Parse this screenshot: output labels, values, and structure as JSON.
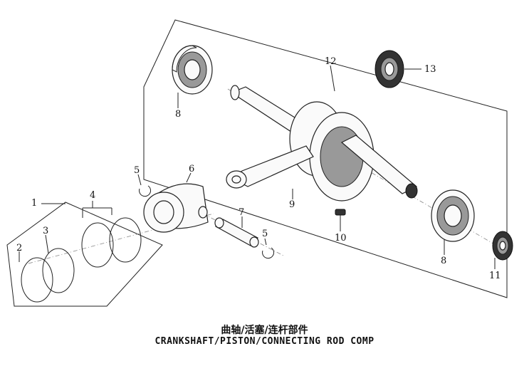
{
  "title": {
    "chinese": "曲轴/活塞/连杆部件",
    "english": "CRANKSHAFT/PISTON/CONNECTING ROD COMP"
  },
  "callouts": {
    "n1": "1",
    "n2": "2",
    "n3": "3",
    "n4": "4",
    "n5a": "5",
    "n5b": "5",
    "n6": "6",
    "n7": "7",
    "n8a": "8",
    "n8b": "8",
    "n9": "9",
    "n10": "10",
    "n11": "11",
    "n12": "12",
    "n13": "13"
  }
}
